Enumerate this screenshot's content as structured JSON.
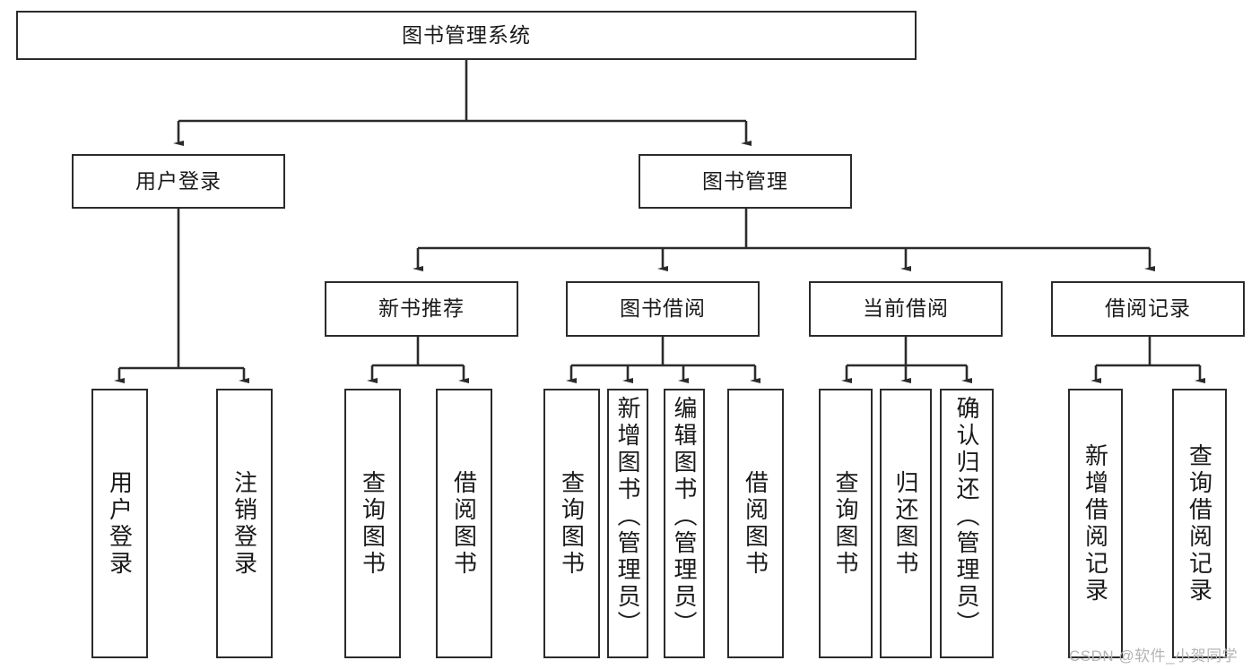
{
  "diagram": {
    "title": "图书管理系统",
    "type": "tree-hierarchy",
    "watermark": "CSDN @软件_小贺同学",
    "colors": {
      "border": "#2b2b2b",
      "background": "#ffffff",
      "text": "#1a1a1a",
      "watermark": "#b4b4b4"
    },
    "root": {
      "label": "图书管理系统"
    },
    "level2": [
      {
        "label": "用户登录"
      },
      {
        "label": "图书管理"
      }
    ],
    "level3": [
      {
        "label": "新书推荐"
      },
      {
        "label": "图书借阅"
      },
      {
        "label": "当前借阅"
      },
      {
        "label": "借阅记录"
      }
    ],
    "leaves": {
      "user_login": [
        {
          "label": "用户登录"
        },
        {
          "label": "注销登录"
        }
      ],
      "new_book_recommend": [
        {
          "label": "查询图书"
        },
        {
          "label": "借阅图书"
        }
      ],
      "book_borrow": [
        {
          "label": "查询图书"
        },
        {
          "label": "新增图书（管理员）"
        },
        {
          "label": "编辑图书（管理员）"
        },
        {
          "label": "借阅图书"
        }
      ],
      "current_borrow": [
        {
          "label": "查询图书"
        },
        {
          "label": "归还图书"
        },
        {
          "label": "确认归还（管理员）"
        }
      ],
      "borrow_record": [
        {
          "label": "新增借阅记录"
        },
        {
          "label": "查询借阅记录"
        }
      ]
    }
  }
}
